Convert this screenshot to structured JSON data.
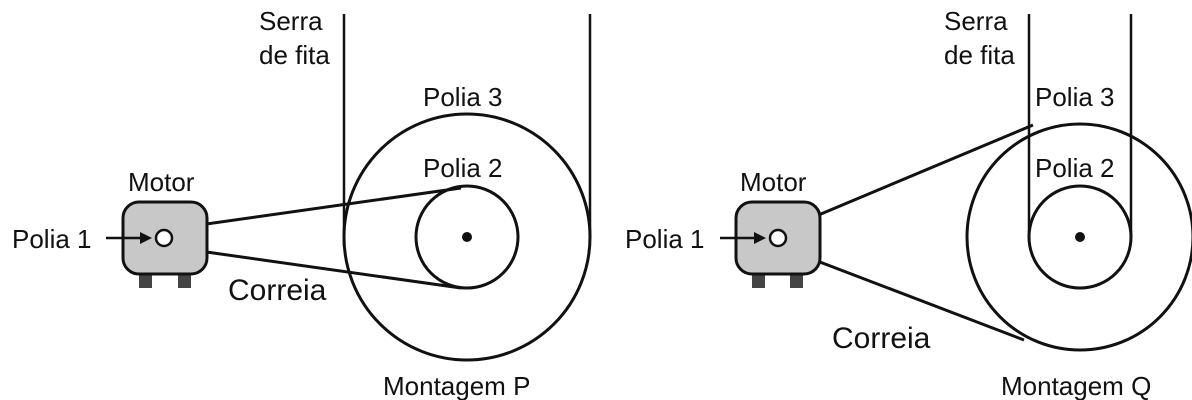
{
  "diagram": {
    "colors": {
      "stroke": "#111111",
      "motor_fill": "#c8c8c8",
      "background": "#ffffff"
    },
    "assemblies": [
      {
        "id": "P",
        "caption": "Montagem P",
        "saw_line1": "Serra",
        "saw_line2": "de fita",
        "pulley3": "Polia 3",
        "pulley2": "Polia 2",
        "motor": "Motor",
        "pulley1": "Polia 1",
        "belt": "Correia"
      },
      {
        "id": "Q",
        "caption": "Montagem Q",
        "saw_line1": "Serra",
        "saw_line2": "de fita",
        "pulley3": "Polia 3",
        "pulley2": "Polia 2",
        "motor": "Motor",
        "pulley1": "Polia 1",
        "belt": "Correia"
      }
    ]
  }
}
